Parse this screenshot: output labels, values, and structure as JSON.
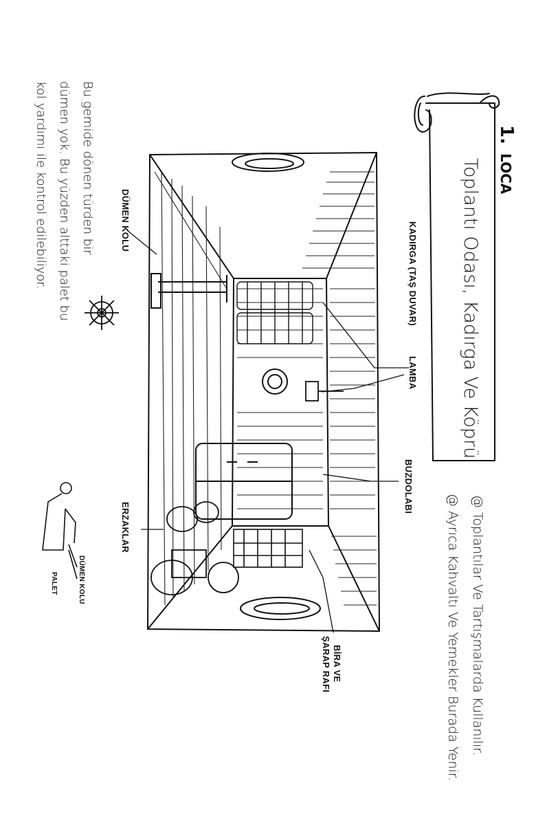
{
  "heading": {
    "number": "1.",
    "title_word": "LOCA"
  },
  "scroll_title": "Toplantı Odası, Kadırga Ve Köprü",
  "notes": [
    "@ Toplantılar Ve Tartışmalarda Kullanılır.",
    "@ Ayrıca Kahvaltı Ve Yemekler Burada Yenir."
  ],
  "callouts": {
    "kadirga": "KADIRGA (TAŞ DUVAR)",
    "lamba": "LAMBA",
    "buzdolabi": "BUZDOLABI",
    "bira_1": "BİRA VE",
    "bira_2": "ŞARAP RAFI",
    "erzaklar": "ERZAKLAR",
    "dumen_kolu": "DÜMEN KOLU"
  },
  "side_note": [
    "Bu gemide dönen türden bir",
    "dümen yok. Bu yüzden alttaki palet bu",
    "kol yardımı ile kontrol edilebiliyor."
  ],
  "figure_labels": {
    "dumen_kolu": "DÜMEN KOLU",
    "palet": "PALET"
  },
  "icons": {
    "wheel": "ship-wheel-icon"
  }
}
